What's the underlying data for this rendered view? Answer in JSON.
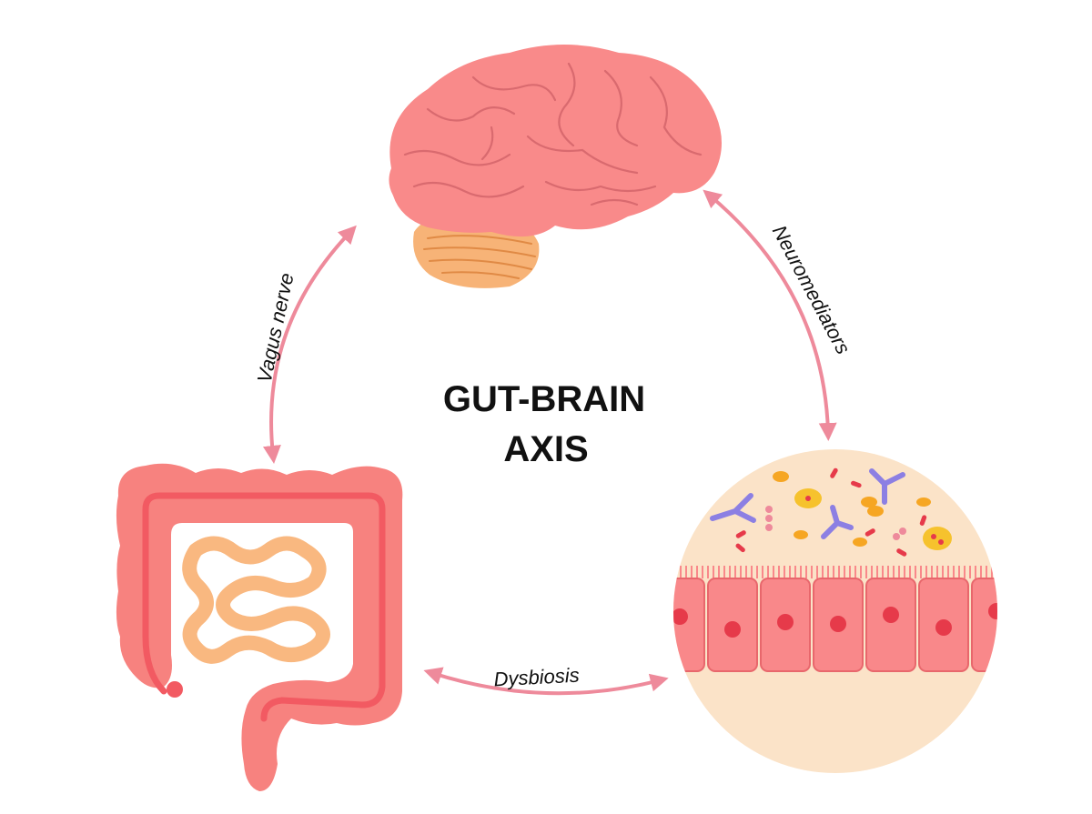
{
  "title": {
    "line1": "GUT-BRAIN",
    "line2": "AXIS"
  },
  "connections": {
    "vagus_nerve": "Vagus nerve",
    "neuromediators": "Neuromediators",
    "dysbiosis": "Dysbiosis"
  },
  "illustrations": {
    "brain": "brain-illustration",
    "intestine": "intestine-illustration",
    "microbiome": "gut-microbiome-illustration"
  },
  "colors": {
    "arrow": "#ee8a9b",
    "brain": "#f98a8a",
    "brain_fold": "#d96a6f",
    "cerebellum": "#f7b377",
    "intestine": "#f7827f",
    "intestine_inner": "#f25a62",
    "small_intestine": "#f9b880",
    "tissue_bg": "#fbe3c8",
    "cell": "#f9888a",
    "nucleus": "#e63a4a",
    "bacteria_yellow": "#f6c22d",
    "bacteria_purple": "#8c7fe3"
  }
}
